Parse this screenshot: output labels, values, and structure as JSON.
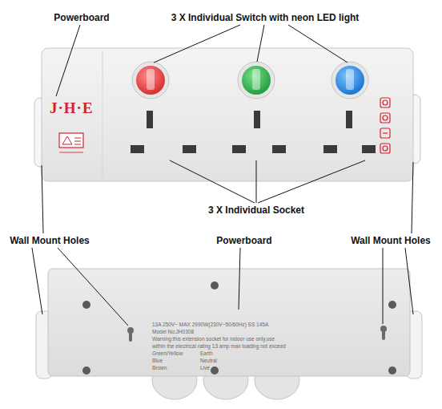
{
  "diagram": {
    "labels": [
      "Powerboard",
      "3 X Individual Switch with neon LED light",
      "J·H·E",
      "3 X Individual Socket",
      "Wall Mount Holes",
      "Powerboard",
      "Wall Mount Holes",
      "13A 250V~ MAX 2990W(230V~50/60Hz) SS 145A",
      "Model No:JH0308",
      "Warning:this extension socket for indoor use only,use",
      "within the electrical rating 13 amp max loading not exceed",
      "Green/Yellow",
      "Earth",
      "Blue",
      "Neutral",
      "Brown",
      "Live"
    ]
  }
}
